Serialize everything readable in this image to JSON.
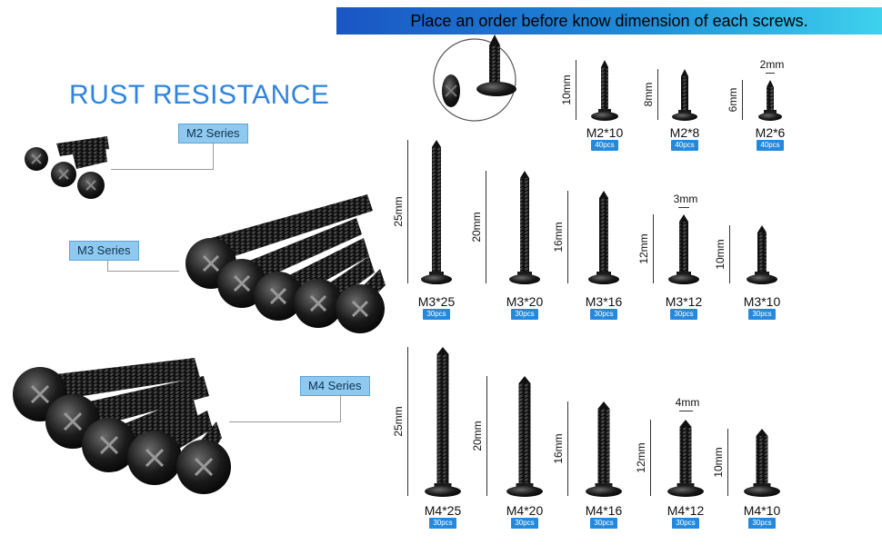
{
  "banner": "Place an order before know dimension of each screws.",
  "headline": "RUST RESISTANCE",
  "series": {
    "m2": "M2 Series",
    "m3": "M3 Series",
    "m4": "M4 Series"
  },
  "screws": [
    {
      "id": "m2-10",
      "label": "M2*10",
      "qty": "40pcs",
      "length": "10mm"
    },
    {
      "id": "m2-8",
      "label": "M2*8",
      "qty": "40pcs",
      "length": "8mm"
    },
    {
      "id": "m2-6",
      "label": "M2*6",
      "qty": "40pcs",
      "length": "6mm",
      "diameter": "2mm"
    },
    {
      "id": "m3-25",
      "label": "M3*25",
      "qty": "30pcs",
      "length": "25mm"
    },
    {
      "id": "m3-20",
      "label": "M3*20",
      "qty": "30pcs",
      "length": "20mm"
    },
    {
      "id": "m3-16",
      "label": "M3*16",
      "qty": "30pcs",
      "length": "16mm"
    },
    {
      "id": "m3-12",
      "label": "M3*12",
      "qty": "30pcs",
      "length": "12mm",
      "diameter": "3mm"
    },
    {
      "id": "m3-10",
      "label": "M3*10",
      "qty": "30pcs",
      "length": "10mm"
    },
    {
      "id": "m4-25",
      "label": "M4*25",
      "qty": "30pcs",
      "length": "25mm"
    },
    {
      "id": "m4-20",
      "label": "M4*20",
      "qty": "30pcs",
      "length": "20mm"
    },
    {
      "id": "m4-16",
      "label": "M4*16",
      "qty": "30pcs",
      "length": "16mm"
    },
    {
      "id": "m4-12",
      "label": "M4*12",
      "qty": "30pcs",
      "length": "12mm",
      "diameter": "4mm"
    },
    {
      "id": "m4-10",
      "label": "M4*10",
      "qty": "30pcs",
      "length": "10mm"
    }
  ]
}
